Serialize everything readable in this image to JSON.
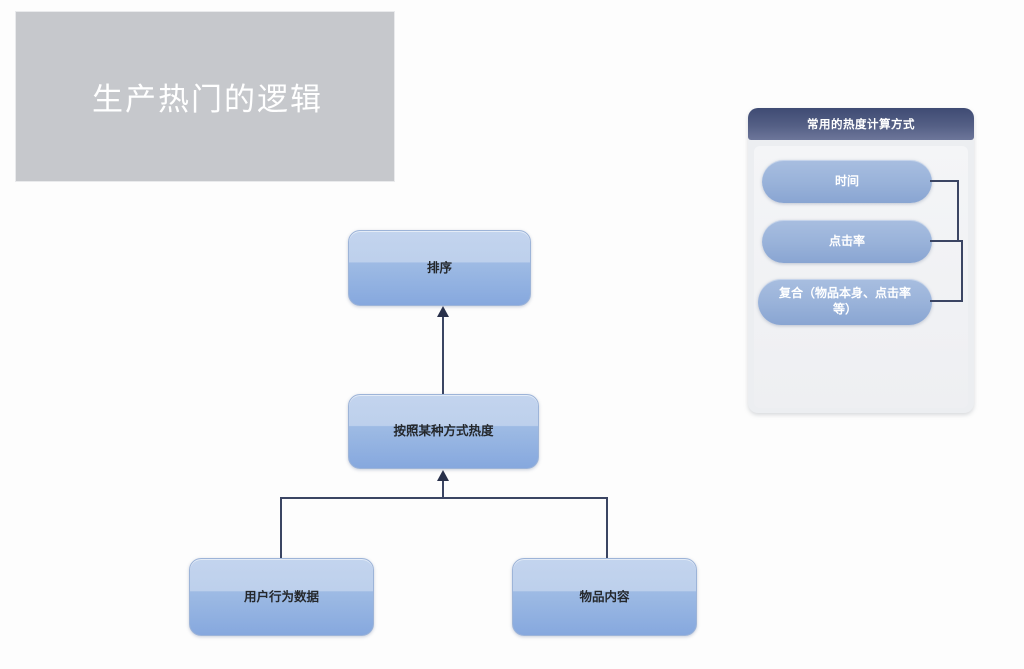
{
  "title_block": {
    "text": "生产热门的逻辑",
    "background_color": "#c6c8cc",
    "text_color": "#ffffff"
  },
  "flowchart": {
    "boxes": [
      {
        "id": "sort",
        "label": "排序"
      },
      {
        "id": "heat",
        "label": "按照某种方式热度"
      },
      {
        "id": "behavior",
        "label": "用户行为数据"
      },
      {
        "id": "content",
        "label": "物品内容"
      }
    ],
    "box_fill_color": "#9ebbe4",
    "connector_color": "#3b4563"
  },
  "panel": {
    "header_title": "常用的热度计算方式",
    "header_color": "#545f85",
    "body_color": "#eceef1",
    "items": [
      {
        "id": "time",
        "label": "时间"
      },
      {
        "id": "ctr",
        "label": "点击率"
      },
      {
        "id": "composite",
        "label": "复合（物品本身、点击率等）"
      }
    ],
    "pill_fill_color": "#9ab3da",
    "pill_text_color": "#ffffff"
  }
}
